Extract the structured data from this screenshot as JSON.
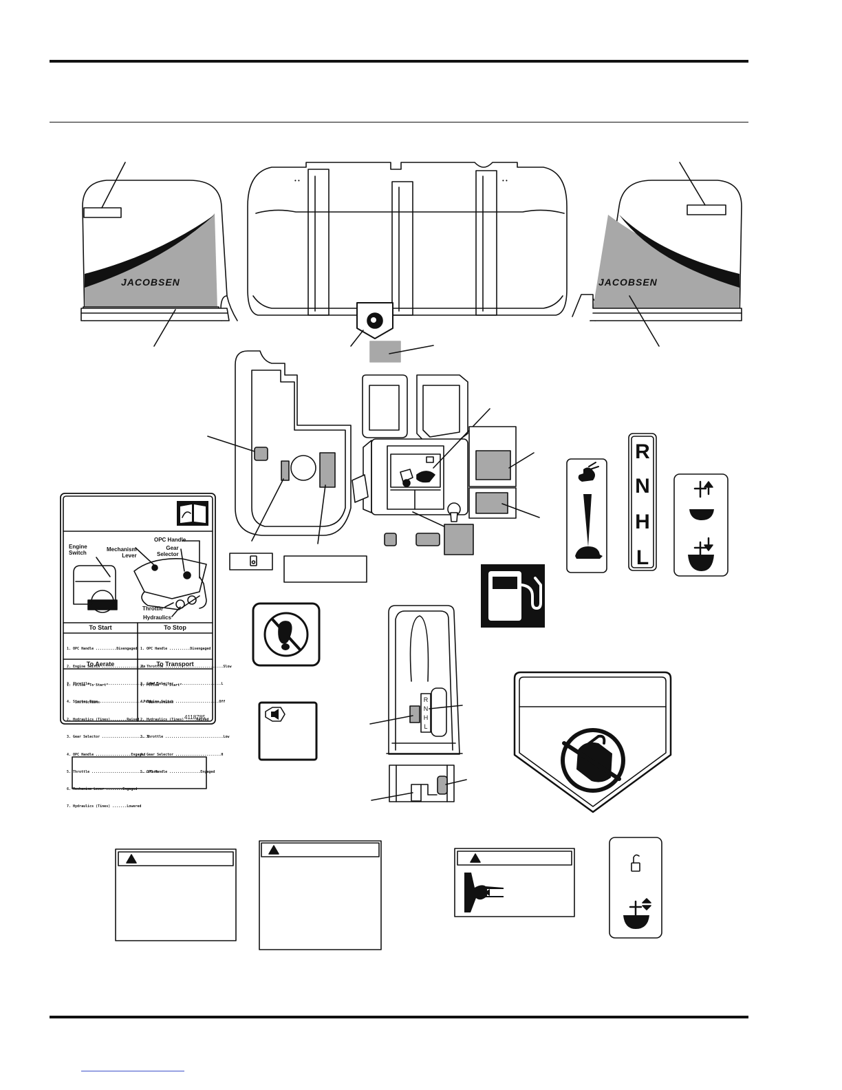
{
  "brand": "JACOBSEN",
  "shift_letters": [
    "R",
    "N",
    "H",
    "L"
  ],
  "instruction_decal": {
    "labels": {
      "engine_switch": "Engine\nSwitch",
      "mechanism_lever": "Mechanism\nLever",
      "opc_handle": "OPC Handle",
      "gear_selector": "Gear\nSelector",
      "throttle": "Throttle",
      "hydraulics": "Hydraulics"
    },
    "sections": [
      {
        "title": "To Start",
        "lines": [
          "1. OPC Handle ..........Disengaged",
          "2. Engine Switch ...................On",
          "3. Throttle ............................Half",
          "4. Starter Rope .....................Pull"
        ]
      },
      {
        "title": "To Stop",
        "lines": [
          "1. OPC Handle ..........Disengaged",
          "2. Throttle ............................Slow",
          "3. Gear Selector ......................L",
          "4. Engine Switch .....................Off"
        ]
      },
      {
        "title": "To Aerate",
        "lines": [
          "1. Follow \"To Start\"",
          "    Instructions",
          "2. Hydraulics (Tines)........Raised",
          "3. Gear Selector ......................L",
          "4. OPC Handle .................Engaged",
          "5. Throttle ............................Fast",
          "6. Mechanism Lever ........Engaged",
          "7. Hydraulics (Tines) .......Lowered"
        ]
      },
      {
        "title": "To Transport",
        "lines": [
          "1. Follow \"To Start\"",
          "    Instructions",
          "2. Hydraulics (Tines) .....Raised",
          "3. Throttle ............................Low",
          "4. Gear Selector ......................H",
          "5. OPC Handle ...............Engaged"
        ]
      }
    ],
    "part_number": "4118785"
  },
  "colors": {
    "decal_gray": "#a8a8a8",
    "line": "#111111",
    "footer_link": "#3b4fc8"
  }
}
